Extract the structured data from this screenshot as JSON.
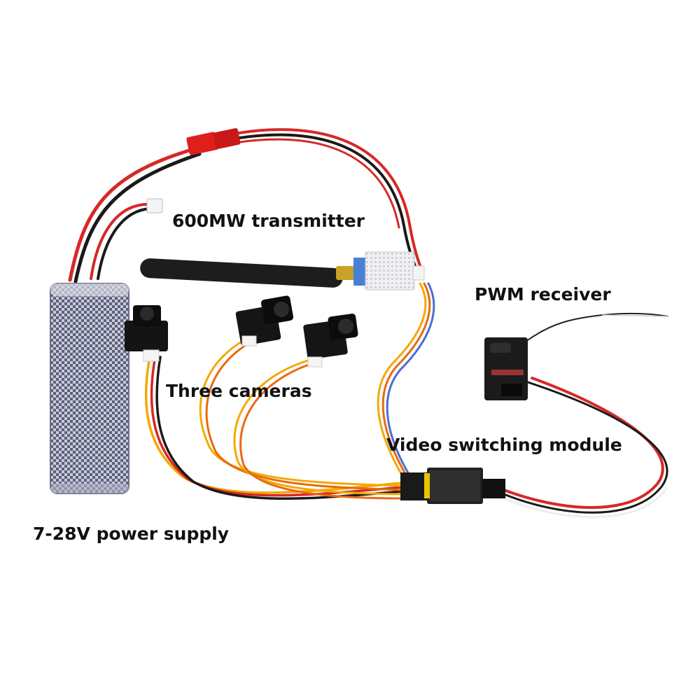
{
  "labels": {
    "transmitter": "600MW transmitter",
    "receiver": "PWM receiver",
    "cameras": "Three cameras",
    "switching_module": "Video switching module",
    "power_supply": "7-28V power supply"
  },
  "colors": {
    "background": "#ffffff",
    "label_text": "#111111",
    "wire_red": "#d62828",
    "wire_black": "#1a1a1a",
    "wire_yellow": "#f2a900",
    "wire_orange": "#e86a10",
    "wire_blue": "#4a6fd0",
    "battery_wrap": "#8a8fa8",
    "connector_red": "#e01e1e",
    "transmitter_board": "#4a7fd6"
  },
  "objects": {
    "battery": "checkered-battery-pack",
    "antenna": "black-rubber-antenna",
    "transmitter": "video-transmitter-board",
    "cameras": [
      "fpv-camera",
      "fpv-camera",
      "fpv-camera"
    ],
    "receiver": "pwm-receiver",
    "module": "video-switching-board"
  }
}
